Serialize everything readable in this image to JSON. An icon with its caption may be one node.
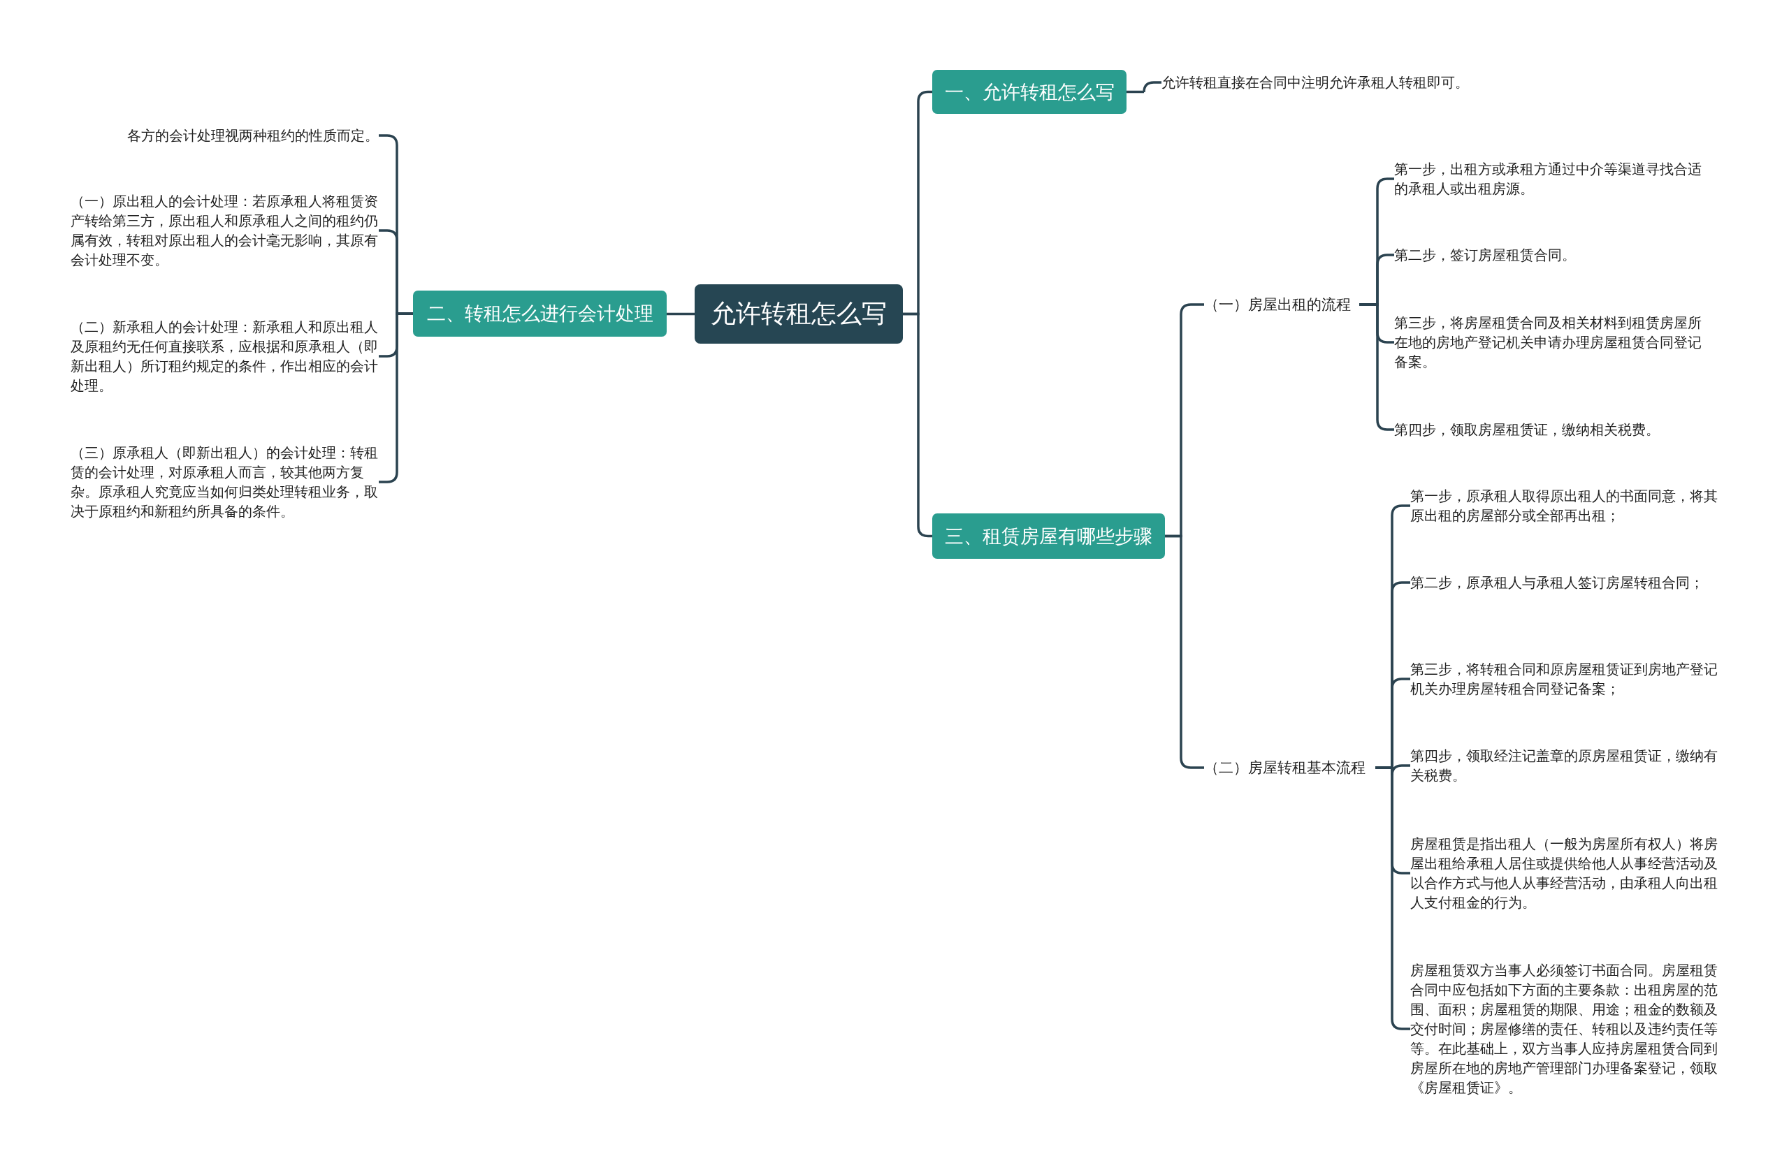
{
  "diagram": {
    "nodes": [
      {
        "text": [
          "允许转租怎么写"
        ]
      },
      {
        "text": [
          "一、允许转租怎么写"
        ]
      },
      {
        "text": [
          "允许转租直接在合同中注明允许承租人转租即可。"
        ]
      },
      {
        "text": [
          "二、转租怎么进行会计处理"
        ]
      },
      {
        "text": [
          "各方的会计处理视两种租约的性质而定。"
        ]
      },
      {
        "text": [
          "（一）原出租人的会计处理：若原承租人将租赁资产转给第三方，原出租人和原承租人之间的租约仍属有效，转租对原出租人的会计毫无影响，其原有会计处理不变。"
        ]
      },
      {
        "text": [
          "（二）新承租人的会计处理：新承租人和原出租人及原租约无任何直接联系，应根据和原承租人（即新出租人）所订租约规定的条件，作出相应的会计处理。"
        ]
      },
      {
        "text": [
          "（三）原承租人（即新出租人）的会计处理：转租赁的会计处理，对原承租人而言，较其他两方复杂。原承租人究竟应当如何归类处理转租业务，取决于原租约和新租约所具备的条件。"
        ]
      },
      {
        "text": [
          "三、租赁房屋有哪些步骤"
        ]
      },
      {
        "text": [
          "（一）房屋出租的流程"
        ]
      },
      {
        "text": [
          "第一步，出租方或承租方通过中介等渠道寻找合适的承租人或出租房源。"
        ]
      },
      {
        "text": [
          "第二步，签订房屋租赁合同。"
        ]
      },
      {
        "text": [
          "第三步，将房屋租赁合同及相关材料到租赁房屋所在地的房地产登记机关申请办理房屋租赁合同登记备案。"
        ]
      },
      {
        "text": [
          "第四步，领取房屋租赁证，缴纳相关税费。"
        ]
      },
      {
        "text": [
          "（二）房屋转租基本流程"
        ]
      },
      {
        "text": [
          "第一步，原承租人取得原出租人的书面同意，将其原出租的房屋部分或全部再出租；"
        ]
      },
      {
        "text": [
          "第二步，原承租人与承租人签订房屋转租合同；"
        ]
      },
      {
        "text": [
          "第三步，将转租合同和原房屋租赁证到房地产登记机关办理房屋转租合同登记备案；"
        ]
      },
      {
        "text": [
          "第四步，领取经注记盖章的原房屋租赁证，缴纳有关税费。"
        ]
      },
      {
        "text": [
          "房屋租赁是指出租人（一般为房屋所有权人）将房屋出租给承租人居住或提供给他人从事经营活动及以合作方式与他人从事经营活动，由承租人向出租人支付租金的行为。"
        ]
      },
      {
        "text": [
          "房屋租赁双方当事人必须签订书面合同。房屋租赁合同中应包括如下方面的主要条款：出租房屋的范围、面积；房屋租赁的期限、用途；租金的数额及交付时间；房屋修缮的责任、转租以及违约责任等等。在此基础上，双方当事人应持房屋租赁合同到房屋所在地的房地产管理部门办理备案登记，领取《房屋租赁证》。"
        ]
      }
    ],
    "edges": [
      {
        "from": 0,
        "to": 1,
        "arrow": "none"
      },
      {
        "from": 1,
        "to": 2,
        "arrow": "none"
      },
      {
        "from": 0,
        "to": 3,
        "arrow": "none"
      },
      {
        "from": 3,
        "to": 4,
        "arrow": "none"
      },
      {
        "from": 3,
        "to": 5,
        "arrow": "none"
      },
      {
        "from": 3,
        "to": 6,
        "arrow": "none"
      },
      {
        "from": 3,
        "to": 7,
        "arrow": "none"
      },
      {
        "from": 0,
        "to": 8,
        "arrow": "none"
      },
      {
        "from": 8,
        "to": 9,
        "arrow": "none"
      },
      {
        "from": 9,
        "to": 10,
        "arrow": "none"
      },
      {
        "from": 9,
        "to": 11,
        "arrow": "none"
      },
      {
        "from": 9,
        "to": 12,
        "arrow": "none"
      },
      {
        "from": 9,
        "to": 13,
        "arrow": "none"
      },
      {
        "from": 8,
        "to": 14,
        "arrow": "none"
      },
      {
        "from": 14,
        "to": 15,
        "arrow": "none"
      },
      {
        "from": 14,
        "to": 16,
        "arrow": "none"
      },
      {
        "from": 14,
        "to": 17,
        "arrow": "none"
      },
      {
        "from": 14,
        "to": 18,
        "arrow": "none"
      },
      {
        "from": 14,
        "to": 19,
        "arrow": "none"
      },
      {
        "from": 14,
        "to": 20,
        "arrow": "none"
      }
    ]
  }
}
